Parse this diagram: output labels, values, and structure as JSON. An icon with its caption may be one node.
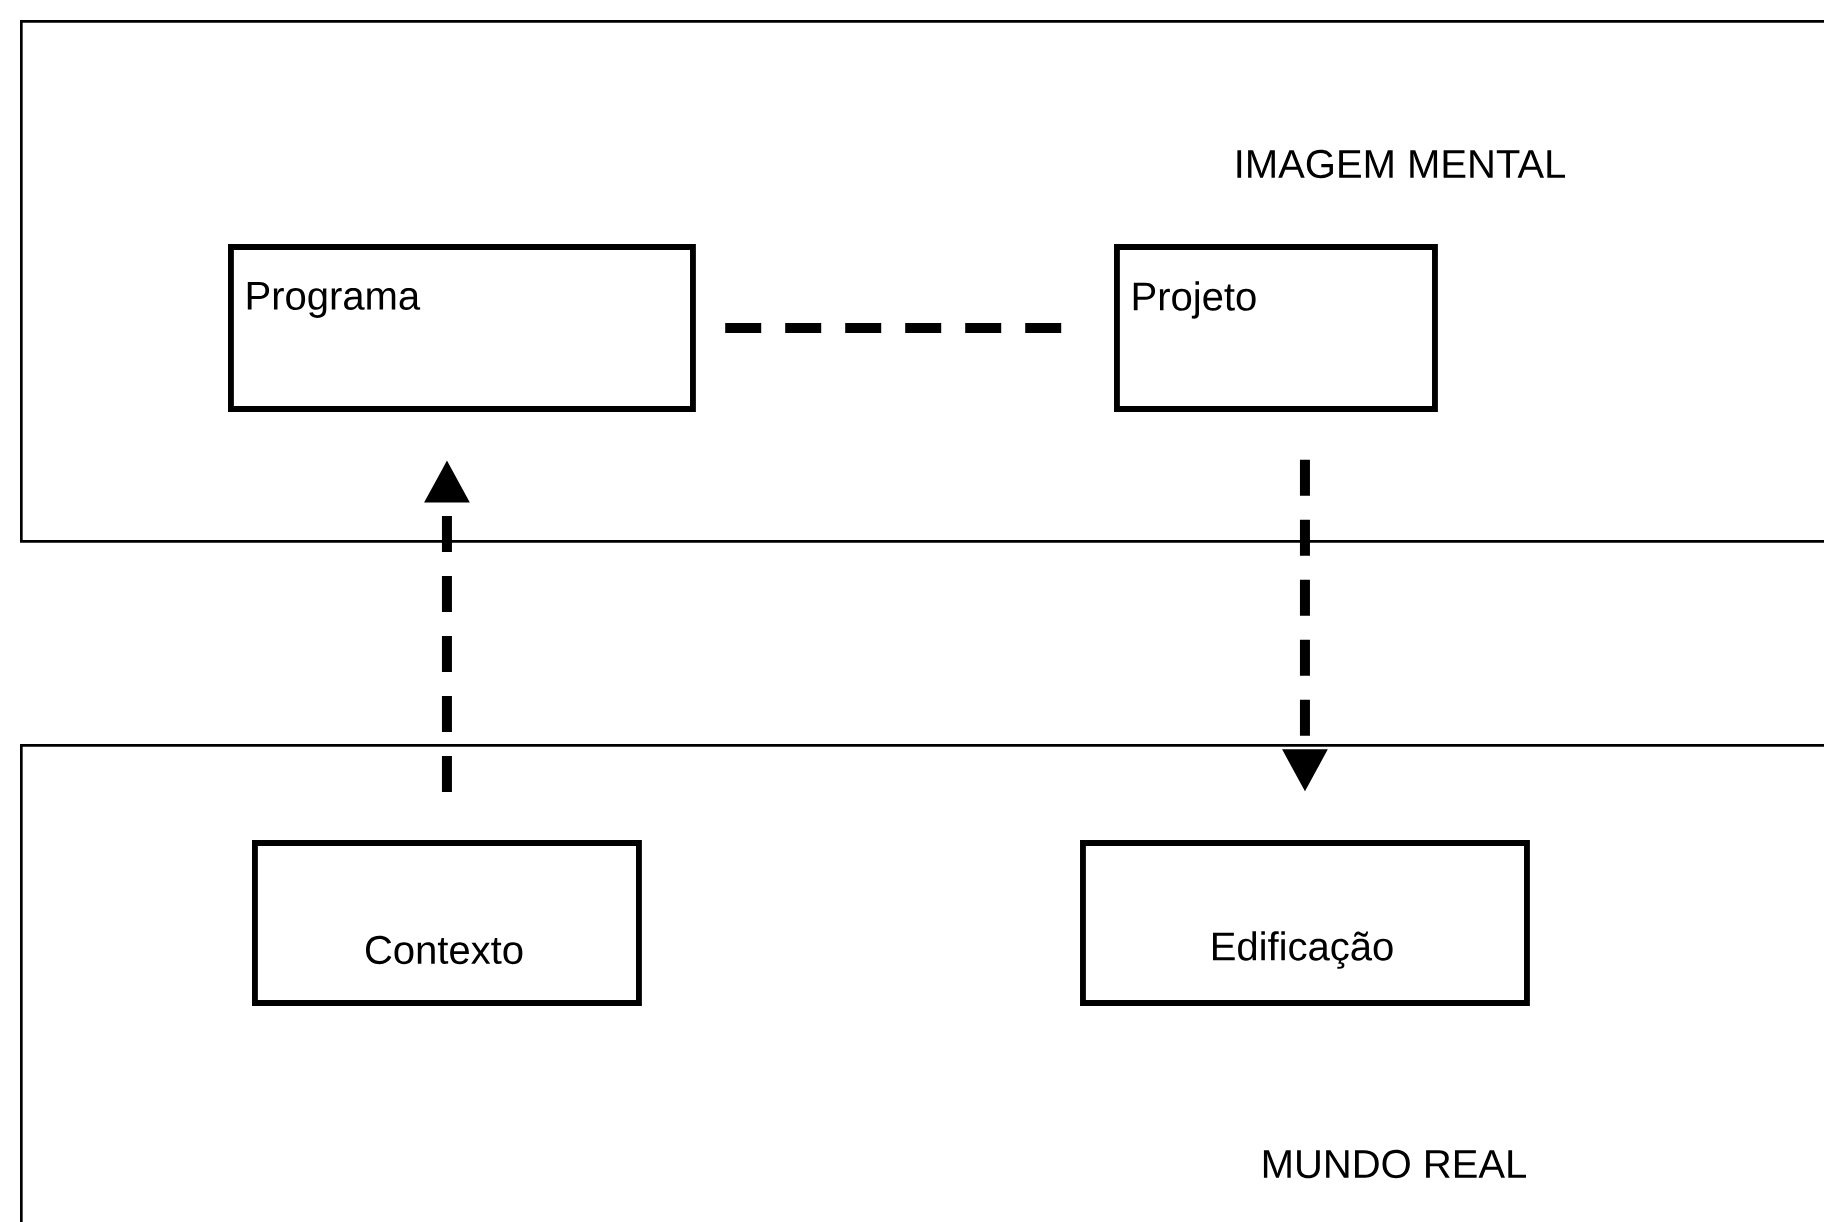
{
  "diagram": {
    "nodes": [
      {
        "text": [
          "IMAGEM MENTAL"
        ]
      },
      {
        "text": [
          "Programa"
        ],
        "in": 0
      },
      {
        "text": [
          "Projeto"
        ],
        "in": 0
      },
      {
        "text": [
          "MUNDO REAL"
        ]
      },
      {
        "text": [
          "Contexto"
        ],
        "in": 3
      },
      {
        "text": [
          "Edificação"
        ],
        "in": 3
      }
    ],
    "edges": [
      {
        "from": 1,
        "to": 2,
        "arrow": "none",
        "style": "dashed"
      },
      {
        "from": 4,
        "to": 1,
        "arrow": "to",
        "style": "dashed"
      },
      {
        "from": 2,
        "to": 5,
        "arrow": "to",
        "style": "dashed"
      }
    ]
  }
}
